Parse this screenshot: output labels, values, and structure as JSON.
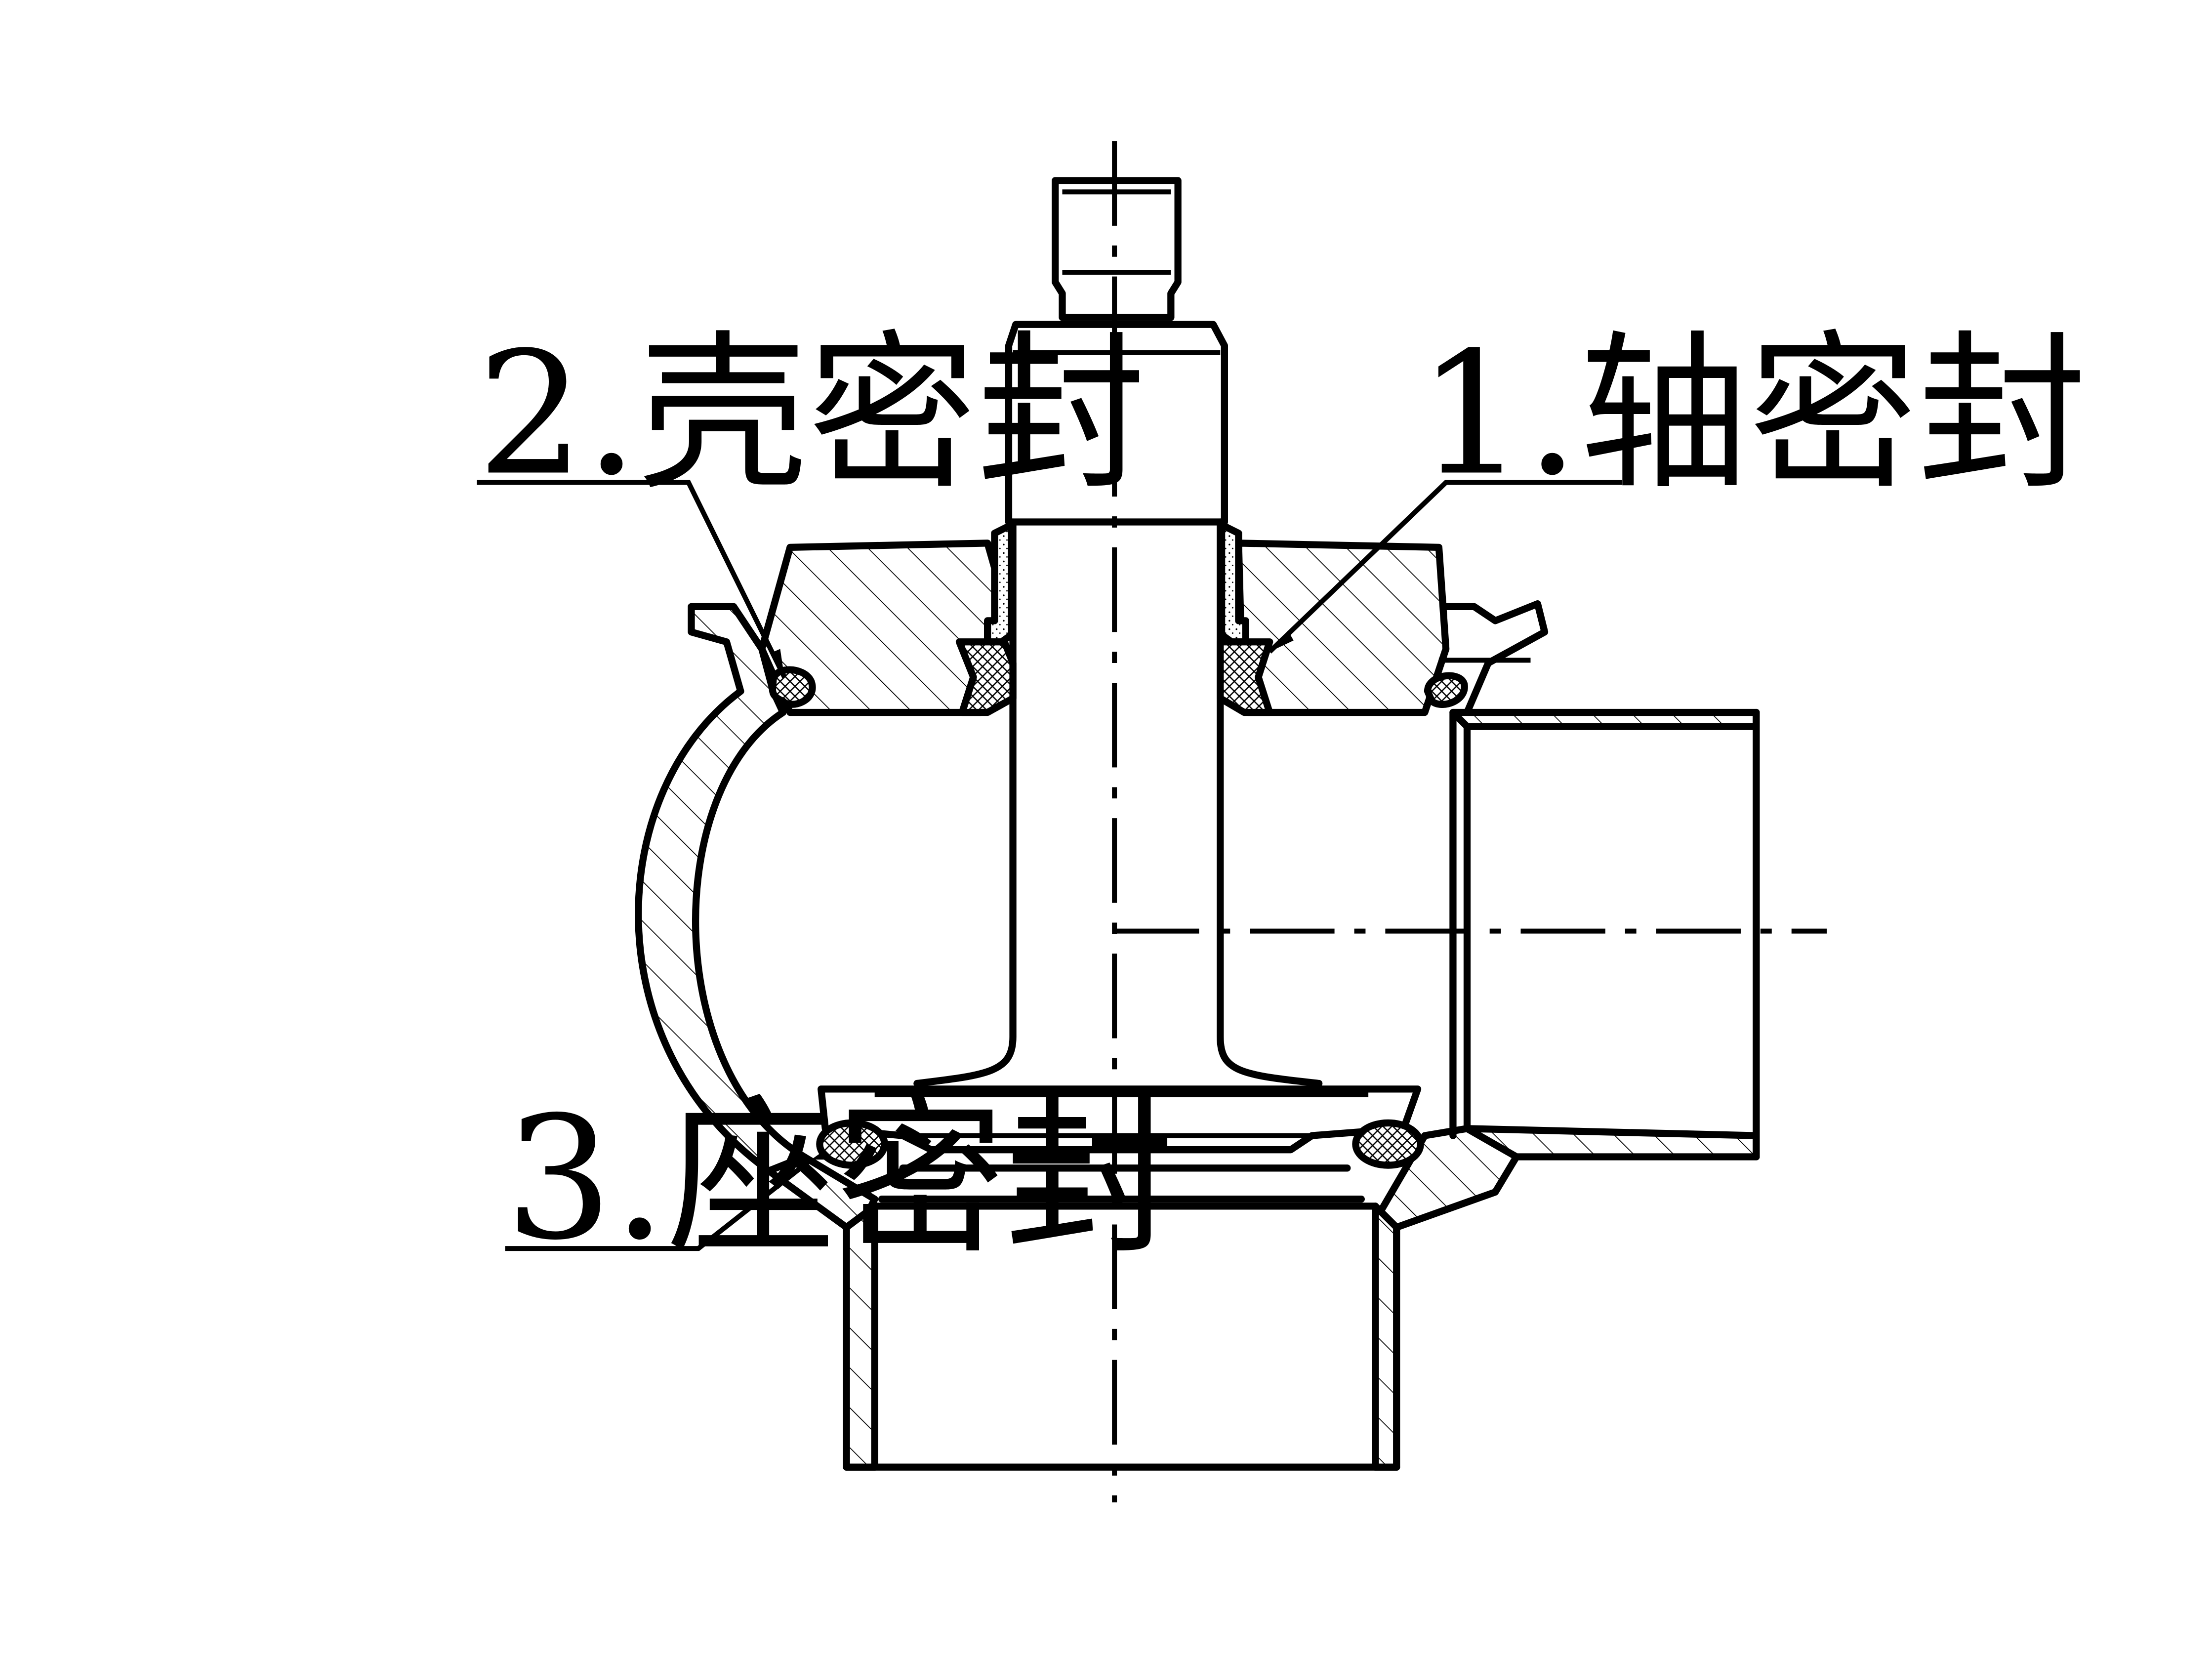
{
  "labels": {
    "shaft_seal": "1.轴密封",
    "housing_seal": "2.壳密封",
    "seat_seal": "3.座密封"
  },
  "colors": {
    "line": "#000000",
    "background": "#ffffff"
  }
}
